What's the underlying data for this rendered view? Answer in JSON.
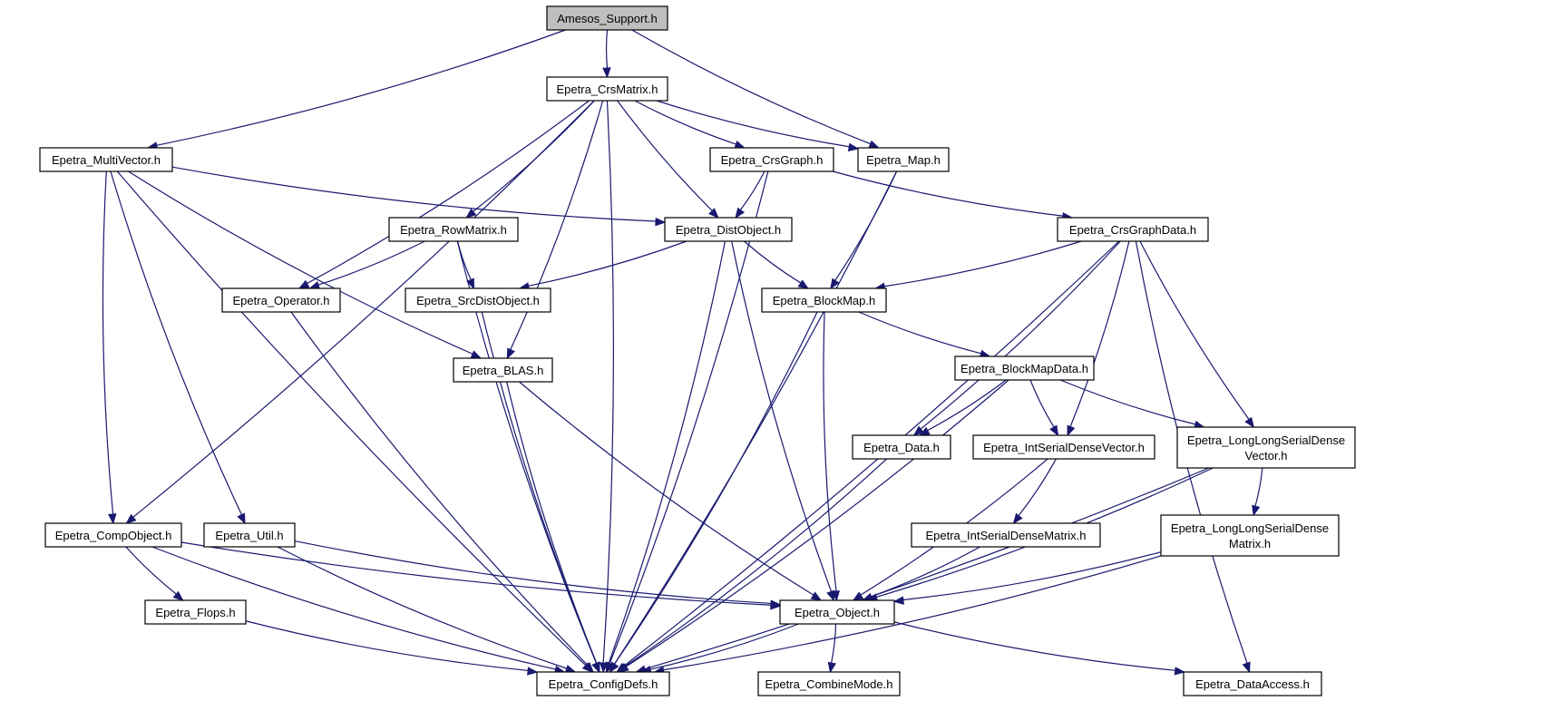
{
  "graph": {
    "type": "include-dependency-graph",
    "colors": {
      "edge": "#191970",
      "node_border": "#000000",
      "node_fill": "#ffffff",
      "root_fill": "#bfbfbf"
    },
    "nodes": [
      {
        "id": "amesos_support",
        "lines": [
          "Amesos_Support.h"
        ],
        "root": true
      },
      {
        "id": "crs_matrix",
        "lines": [
          "Epetra_CrsMatrix.h"
        ]
      },
      {
        "id": "multi_vector",
        "lines": [
          "Epetra_MultiVector.h"
        ]
      },
      {
        "id": "crs_graph",
        "lines": [
          "Epetra_CrsGraph.h"
        ]
      },
      {
        "id": "map",
        "lines": [
          "Epetra_Map.h"
        ]
      },
      {
        "id": "row_matrix",
        "lines": [
          "Epetra_RowMatrix.h"
        ]
      },
      {
        "id": "dist_object",
        "lines": [
          "Epetra_DistObject.h"
        ]
      },
      {
        "id": "crs_graph_data",
        "lines": [
          "Epetra_CrsGraphData.h"
        ]
      },
      {
        "id": "operator",
        "lines": [
          "Epetra_Operator.h"
        ]
      },
      {
        "id": "src_dist_object",
        "lines": [
          "Epetra_SrcDistObject.h"
        ]
      },
      {
        "id": "block_map",
        "lines": [
          "Epetra_BlockMap.h"
        ]
      },
      {
        "id": "blas",
        "lines": [
          "Epetra_BLAS.h"
        ]
      },
      {
        "id": "block_map_data",
        "lines": [
          "Epetra_BlockMapData.h"
        ]
      },
      {
        "id": "data",
        "lines": [
          "Epetra_Data.h"
        ]
      },
      {
        "id": "int_serial_dense_vector",
        "lines": [
          "Epetra_IntSerialDenseVector.h"
        ]
      },
      {
        "id": "longlong_serial_dense_vector",
        "lines": [
          "Epetra_LongLongSerialDense",
          "Vector.h"
        ]
      },
      {
        "id": "comp_object",
        "lines": [
          "Epetra_CompObject.h"
        ]
      },
      {
        "id": "util",
        "lines": [
          "Epetra_Util.h"
        ]
      },
      {
        "id": "int_serial_dense_matrix",
        "lines": [
          "Epetra_IntSerialDenseMatrix.h"
        ]
      },
      {
        "id": "longlong_serial_dense_matrix",
        "lines": [
          "Epetra_LongLongSerialDense",
          "Matrix.h"
        ]
      },
      {
        "id": "flops",
        "lines": [
          "Epetra_Flops.h"
        ]
      },
      {
        "id": "object",
        "lines": [
          "Epetra_Object.h"
        ]
      },
      {
        "id": "config_defs",
        "lines": [
          "Epetra_ConfigDefs.h"
        ]
      },
      {
        "id": "combine_mode",
        "lines": [
          "Epetra_CombineMode.h"
        ]
      },
      {
        "id": "data_access",
        "lines": [
          "Epetra_DataAccess.h"
        ]
      }
    ],
    "edges": [
      {
        "from": "amesos_support",
        "to": "crs_matrix"
      },
      {
        "from": "amesos_support",
        "to": "multi_vector"
      },
      {
        "from": "amesos_support",
        "to": "map"
      },
      {
        "from": "crs_matrix",
        "to": "crs_graph"
      },
      {
        "from": "crs_matrix",
        "to": "map"
      },
      {
        "from": "crs_matrix",
        "to": "row_matrix"
      },
      {
        "from": "crs_matrix",
        "to": "dist_object"
      },
      {
        "from": "crs_matrix",
        "to": "operator"
      },
      {
        "from": "crs_matrix",
        "to": "blas"
      },
      {
        "from": "crs_matrix",
        "to": "comp_object"
      },
      {
        "from": "crs_matrix",
        "to": "config_defs"
      },
      {
        "from": "multi_vector",
        "to": "dist_object"
      },
      {
        "from": "multi_vector",
        "to": "blas"
      },
      {
        "from": "multi_vector",
        "to": "comp_object"
      },
      {
        "from": "multi_vector",
        "to": "util"
      },
      {
        "from": "multi_vector",
        "to": "config_defs"
      },
      {
        "from": "crs_graph",
        "to": "dist_object"
      },
      {
        "from": "crs_graph",
        "to": "crs_graph_data"
      },
      {
        "from": "crs_graph",
        "to": "config_defs"
      },
      {
        "from": "map",
        "to": "block_map"
      },
      {
        "from": "map",
        "to": "config_defs"
      },
      {
        "from": "row_matrix",
        "to": "operator"
      },
      {
        "from": "row_matrix",
        "to": "src_dist_object"
      },
      {
        "from": "row_matrix",
        "to": "config_defs"
      },
      {
        "from": "dist_object",
        "to": "src_dist_object"
      },
      {
        "from": "dist_object",
        "to": "block_map"
      },
      {
        "from": "dist_object",
        "to": "object"
      },
      {
        "from": "dist_object",
        "to": "config_defs"
      },
      {
        "from": "crs_graph_data",
        "to": "block_map"
      },
      {
        "from": "crs_graph_data",
        "to": "data"
      },
      {
        "from": "crs_graph_data",
        "to": "int_serial_dense_vector"
      },
      {
        "from": "crs_graph_data",
        "to": "longlong_serial_dense_vector"
      },
      {
        "from": "crs_graph_data",
        "to": "config_defs"
      },
      {
        "from": "crs_graph_data",
        "to": "data_access"
      },
      {
        "from": "operator",
        "to": "config_defs"
      },
      {
        "from": "src_dist_object",
        "to": "config_defs"
      },
      {
        "from": "block_map",
        "to": "block_map_data"
      },
      {
        "from": "block_map",
        "to": "object"
      },
      {
        "from": "block_map",
        "to": "config_defs"
      },
      {
        "from": "blas",
        "to": "object"
      },
      {
        "from": "blas",
        "to": "config_defs"
      },
      {
        "from": "block_map_data",
        "to": "data"
      },
      {
        "from": "block_map_data",
        "to": "int_serial_dense_vector"
      },
      {
        "from": "block_map_data",
        "to": "longlong_serial_dense_vector"
      },
      {
        "from": "block_map_data",
        "to": "config_defs"
      },
      {
        "from": "data",
        "to": "config_defs"
      },
      {
        "from": "int_serial_dense_vector",
        "to": "int_serial_dense_matrix"
      },
      {
        "from": "int_serial_dense_vector",
        "to": "object"
      },
      {
        "from": "longlong_serial_dense_vector",
        "to": "longlong_serial_dense_matrix"
      },
      {
        "from": "longlong_serial_dense_vector",
        "to": "object"
      },
      {
        "from": "longlong_serial_dense_vector",
        "to": "config_defs"
      },
      {
        "from": "comp_object",
        "to": "flops"
      },
      {
        "from": "comp_object",
        "to": "object"
      },
      {
        "from": "comp_object",
        "to": "config_defs"
      },
      {
        "from": "util",
        "to": "object"
      },
      {
        "from": "util",
        "to": "config_defs"
      },
      {
        "from": "int_serial_dense_matrix",
        "to": "object"
      },
      {
        "from": "longlong_serial_dense_matrix",
        "to": "object"
      },
      {
        "from": "longlong_serial_dense_matrix",
        "to": "config_defs"
      },
      {
        "from": "flops",
        "to": "config_defs"
      },
      {
        "from": "object",
        "to": "config_defs"
      },
      {
        "from": "object",
        "to": "combine_mode"
      },
      {
        "from": "object",
        "to": "data_access"
      }
    ]
  }
}
